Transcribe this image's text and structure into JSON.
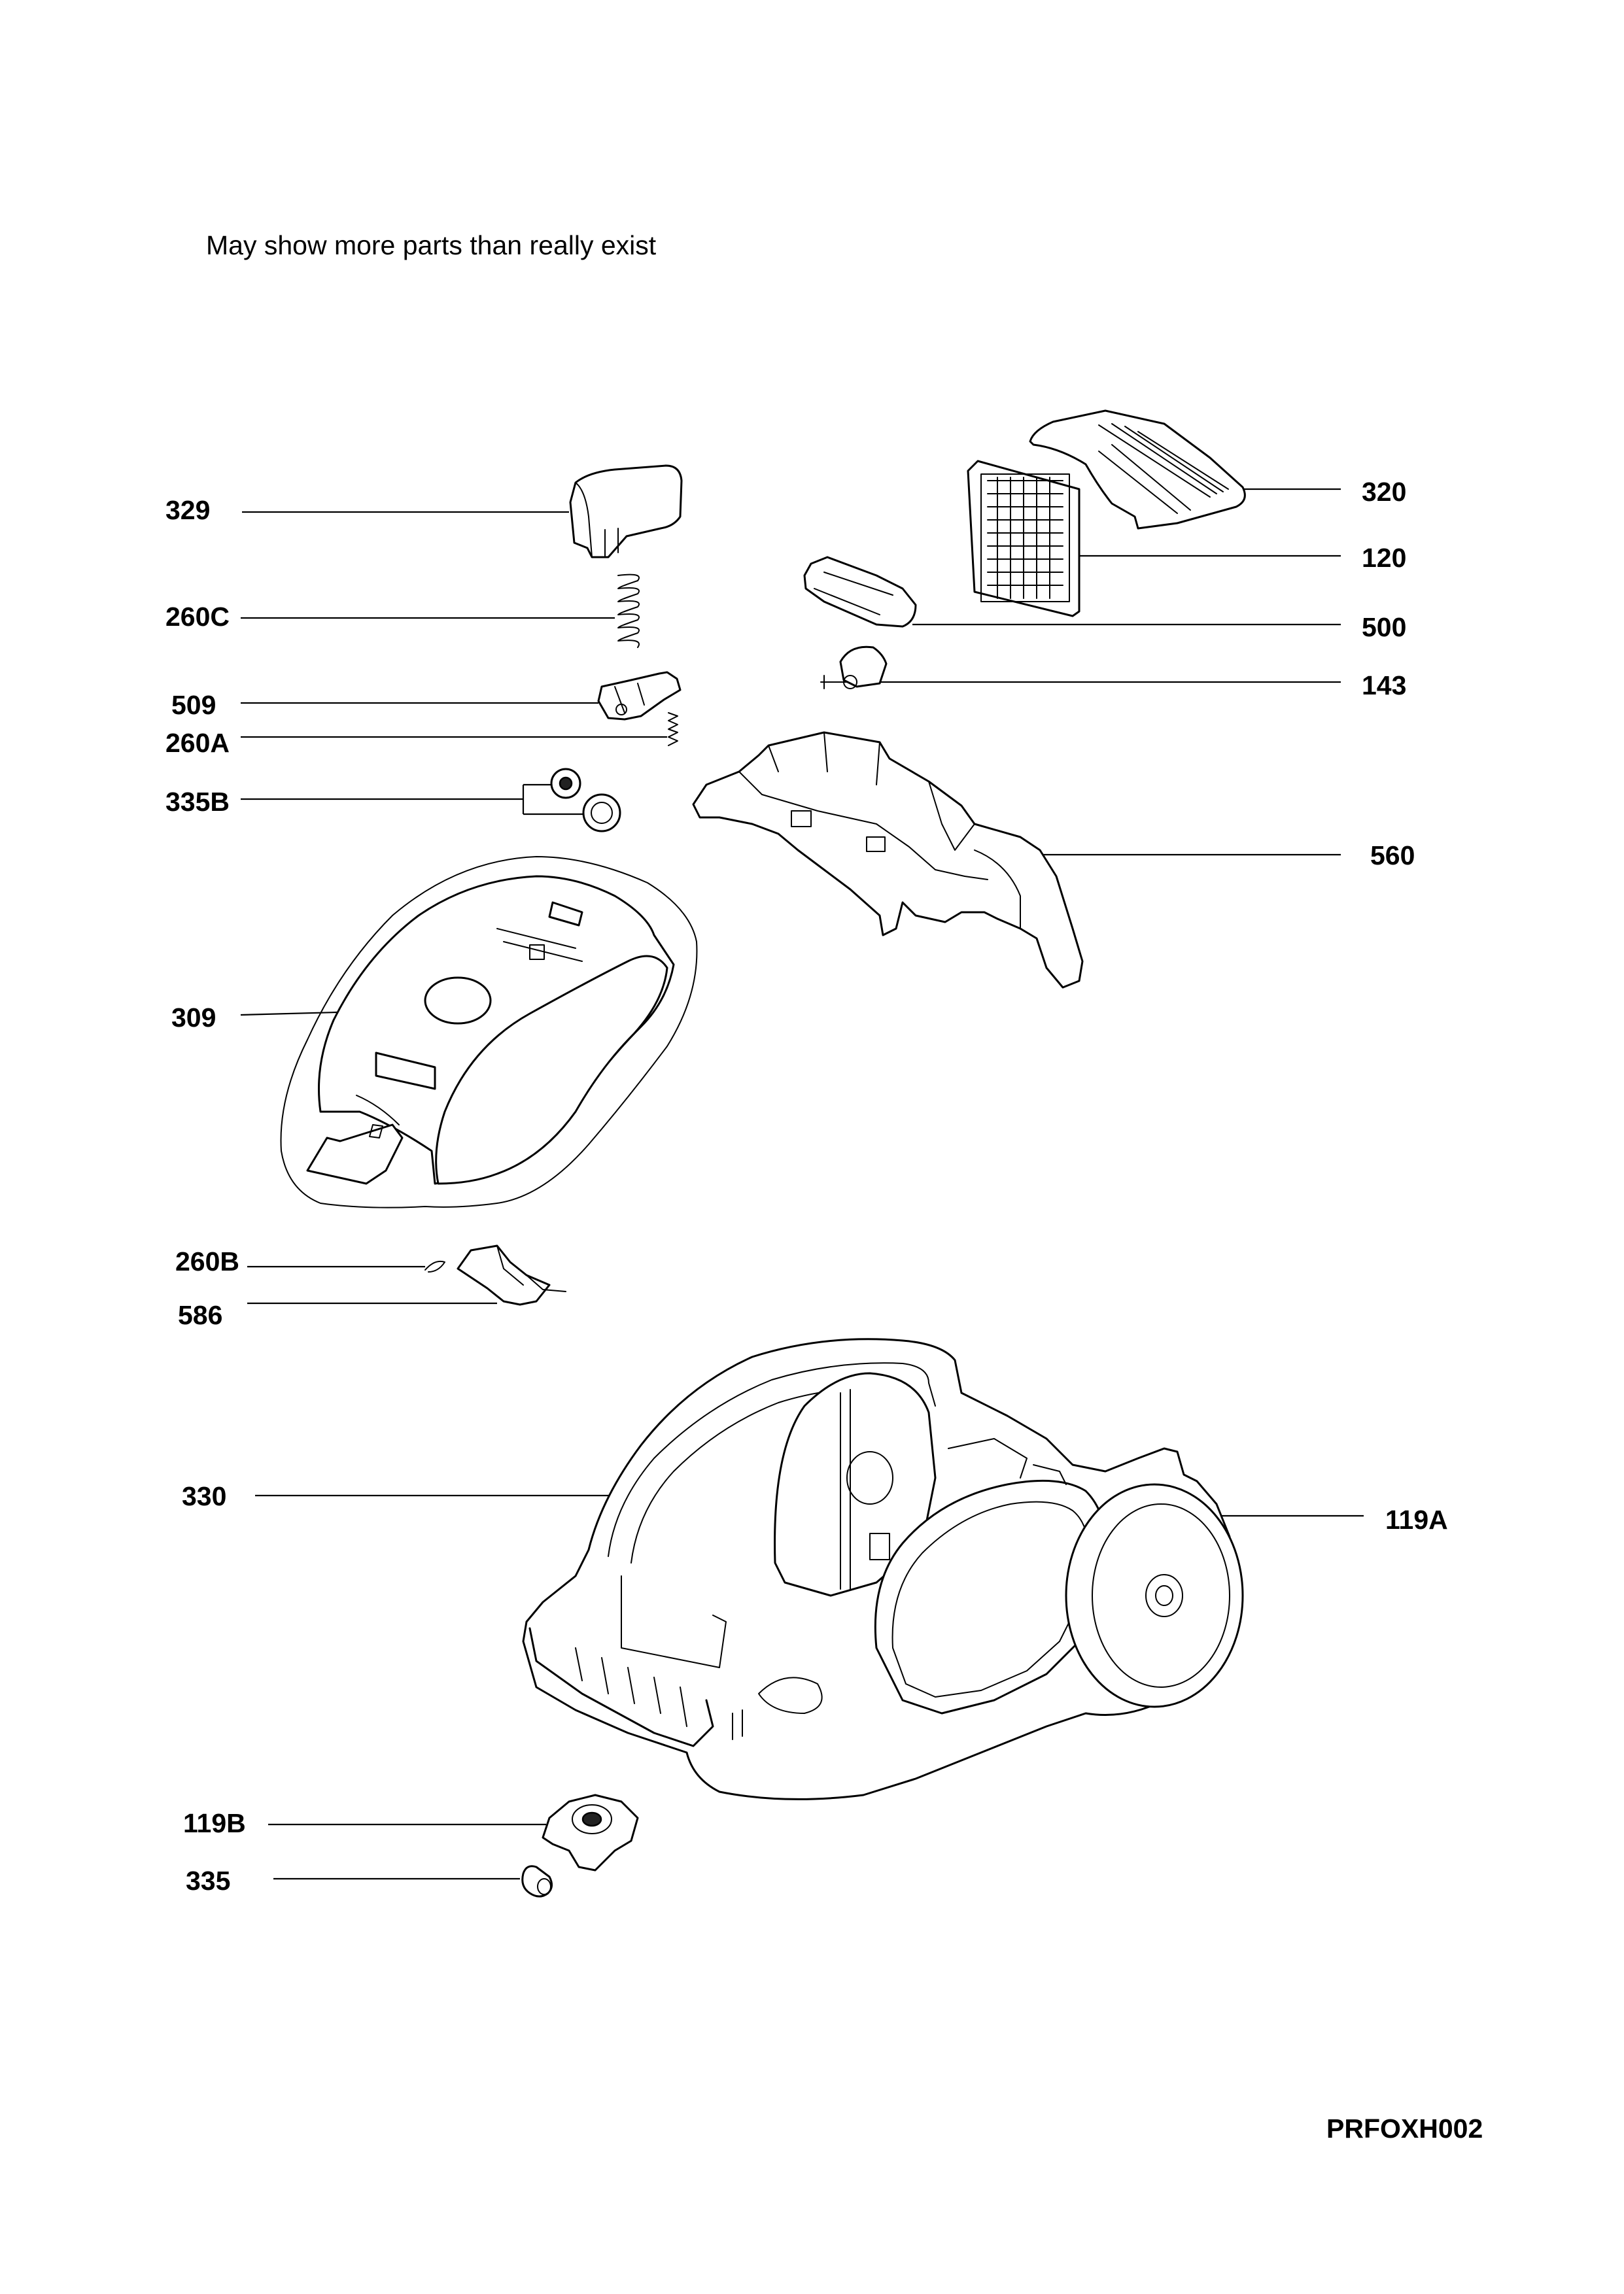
{
  "note": "May show more parts than really exist",
  "drawing_code": "PRFOXH002",
  "labels": {
    "l329": "329",
    "l260C": "260C",
    "l509": "509",
    "l260A": "260A",
    "l335B": "335B",
    "l309": "309",
    "l260B": "260B",
    "l586": "586",
    "l330": "330",
    "l119B": "119B",
    "l335": "335",
    "l320": "320",
    "l120": "120",
    "l500": "500",
    "l143": "143",
    "l560": "560",
    "l119A": "119A"
  }
}
